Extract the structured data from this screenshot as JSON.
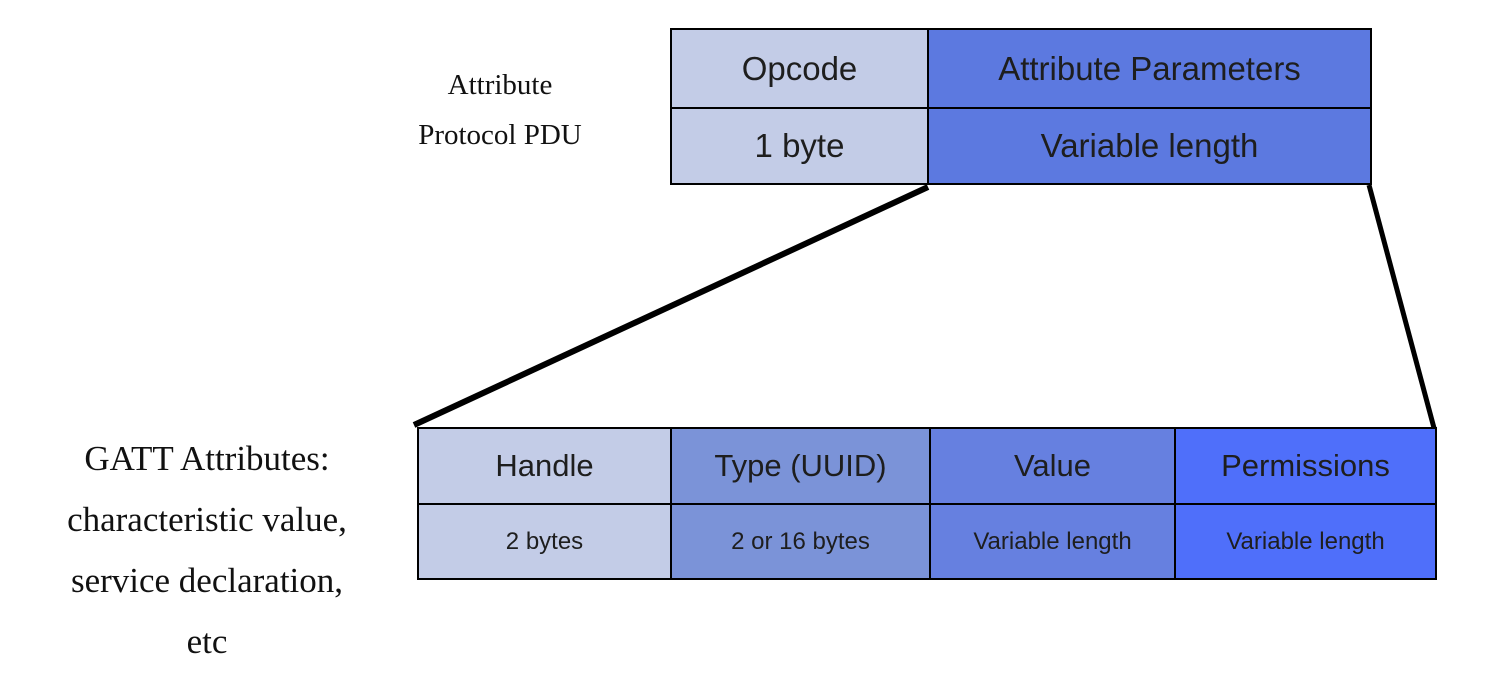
{
  "diagram": {
    "background_color": "#ffffff",
    "border_color": "#000000",
    "connector_color": "#000000",
    "text_color": "#1e1e1e",
    "pdu": {
      "label_lines": [
        "Attribute",
        "Protocol PDU"
      ],
      "columns": [
        {
          "name": "Opcode",
          "size": "1 byte",
          "color": "#c3cce7"
        },
        {
          "name": "Attribute Parameters",
          "size": "Variable length",
          "color": "#5c79e0"
        }
      ]
    },
    "gatt": {
      "label_lines": [
        "GATT Attributes:",
        "characteristic value,",
        "service declaration,",
        "etc"
      ],
      "columns": [
        {
          "name": "Handle",
          "size": "2 bytes",
          "color": "#c3cce7"
        },
        {
          "name": "Type (UUID)",
          "size": "2 or 16 bytes",
          "color": "#7b93d8"
        },
        {
          "name": "Value",
          "size": "Variable length",
          "color": "#6680e0"
        },
        {
          "name": "Permissions",
          "size": "Variable length",
          "color": "#4f6ffa"
        }
      ]
    }
  }
}
